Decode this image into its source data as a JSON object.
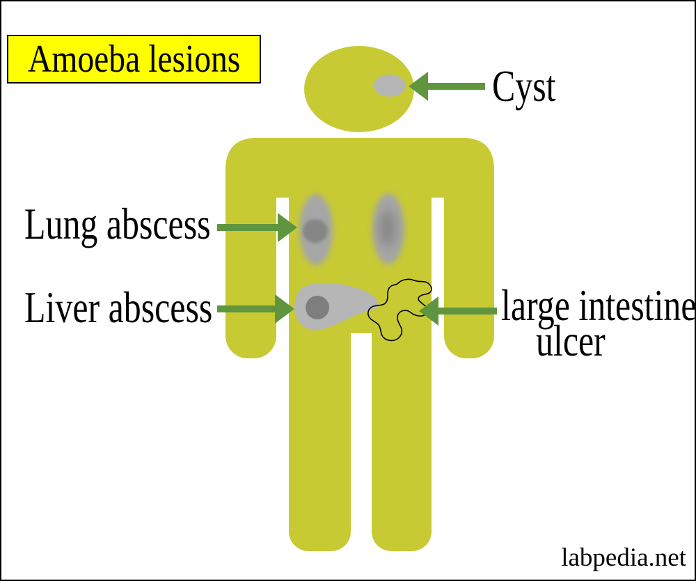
{
  "title": "Amoeba lesions",
  "labels": {
    "cyst": "Cyst",
    "lung": "Lung abscess",
    "liver": "Liver abscess",
    "intestine_line1": "large intestine",
    "intestine_line2": "ulcer"
  },
  "watermark": "labpedia.net",
  "figure": {
    "description": "Human body silhouette showing amoeba lesion sites",
    "lesion_sites": [
      "head (cyst)",
      "left lung (abscess)",
      "right lung (abscess)",
      "liver (abscess)",
      "large intestine (ulcer)"
    ],
    "arrows": [
      {
        "label": "Cyst",
        "points": "left toward head"
      },
      {
        "label": "Lung abscess",
        "points": "right toward left lung"
      },
      {
        "label": "Liver abscess",
        "points": "right toward liver"
      },
      {
        "label": "large intestine ulcer",
        "points": "left toward large intestine"
      }
    ]
  },
  "colors": {
    "background": "#ffffff",
    "text": "#000000",
    "body": "#c7ca33",
    "arrow": "#5f953f",
    "title_bg": "#ffff00",
    "lesion_gray": "#b6b6b6",
    "lesion_dark": "#7e7e7e",
    "lung_gray": "#a6a6a6",
    "lung_core": "#858585"
  }
}
